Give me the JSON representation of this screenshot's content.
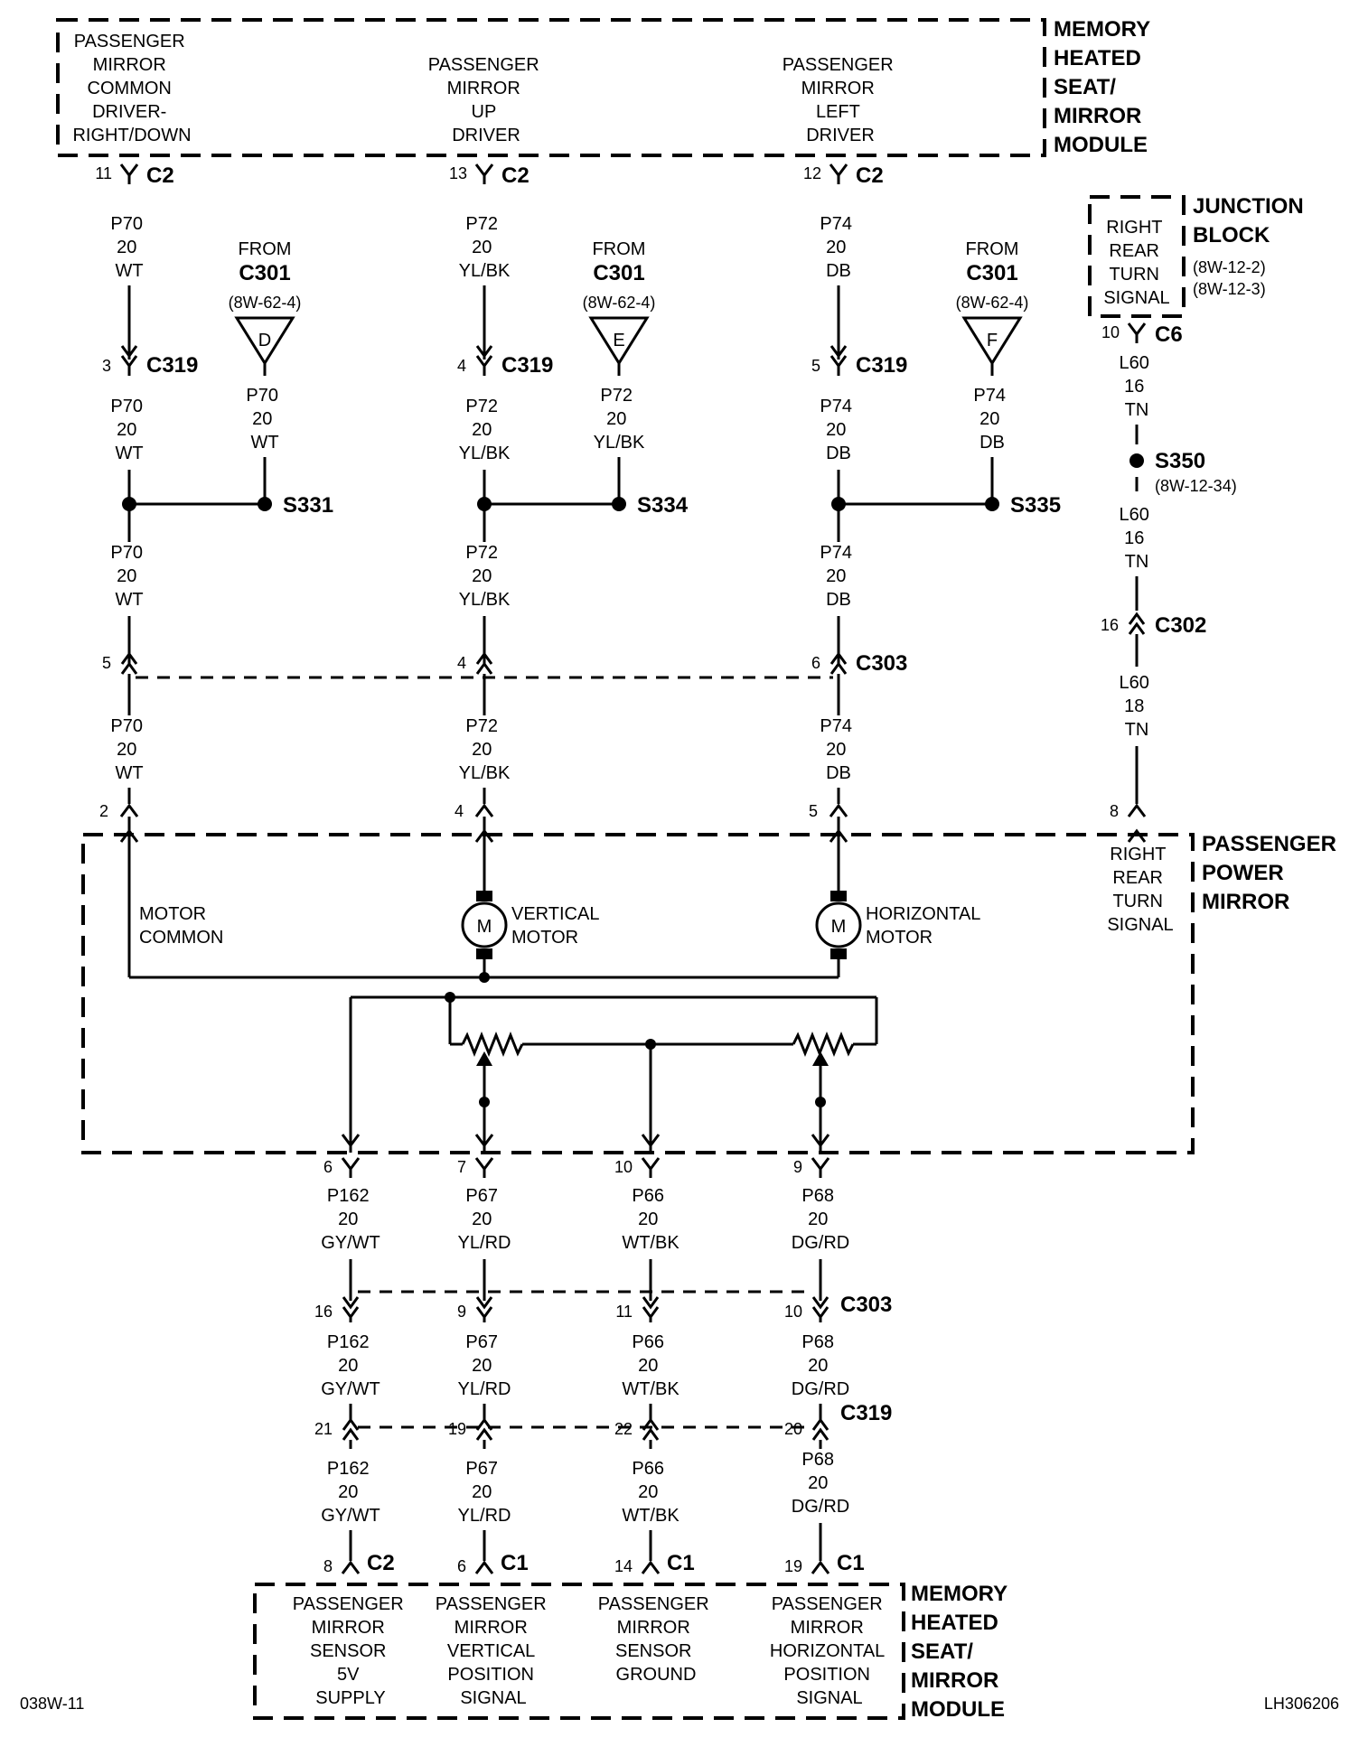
{
  "modules": {
    "top": {
      "name": [
        "MEMORY",
        "HEATED",
        "SEAT/",
        "MIRROR",
        "MODULE"
      ],
      "cells": [
        [
          "PASSENGER",
          "MIRROR",
          "COMMON",
          "DRIVER-",
          "RIGHT/DOWN"
        ],
        [
          "PASSENGER",
          "MIRROR",
          "UP",
          "DRIVER"
        ],
        [
          "PASSENGER",
          "MIRROR",
          "LEFT",
          "DRIVER"
        ]
      ]
    },
    "junction": {
      "name": [
        "JUNCTION",
        "BLOCK"
      ],
      "refs": [
        "(8W-12-2)",
        "(8W-12-3)"
      ],
      "cell": [
        "RIGHT",
        "REAR",
        "TURN",
        "SIGNAL"
      ]
    },
    "mirror": {
      "name": [
        "PASSENGER",
        "POWER",
        "MIRROR"
      ],
      "motor_common": [
        "MOTOR",
        "COMMON"
      ],
      "vertical": [
        "VERTICAL",
        "MOTOR"
      ],
      "horizontal": [
        "HORIZONTAL",
        "MOTOR"
      ],
      "motor_symbol": "M",
      "turn": [
        "RIGHT",
        "REAR",
        "TURN",
        "SIGNAL"
      ]
    },
    "bottom": {
      "name": [
        "MEMORY",
        "HEATED",
        "SEAT/",
        "MIRROR",
        "MODULE"
      ],
      "cells": [
        [
          "PASSENGER",
          "MIRROR",
          "SENSOR",
          "5V",
          "SUPPLY"
        ],
        [
          "PASSENGER",
          "MIRROR",
          "VERTICAL",
          "POSITION",
          "SIGNAL"
        ],
        [
          "PASSENGER",
          "MIRROR",
          "SENSOR",
          "GROUND"
        ],
        [
          "PASSENGER",
          "MIRROR",
          "HORIZONTAL",
          "POSITION",
          "SIGNAL"
        ]
      ]
    }
  },
  "connectors": {
    "top_c2": [
      {
        "pin": "11",
        "name": "C2"
      },
      {
        "pin": "13",
        "name": "C2"
      },
      {
        "pin": "12",
        "name": "C2"
      }
    ],
    "c319_top": [
      {
        "pin": "3",
        "name": "C319"
      },
      {
        "pin": "4",
        "name": "C319"
      },
      {
        "pin": "5",
        "name": "C319"
      }
    ],
    "c303_top": {
      "pins": [
        "5",
        "4",
        "6"
      ],
      "name": "C303"
    },
    "mirror_top_pins": [
      "2",
      "4",
      "5",
      "8"
    ],
    "jb_c6": {
      "pin": "10",
      "name": "C6"
    },
    "c302": {
      "pin": "16",
      "name": "C302"
    },
    "mirror_bottom_pins": [
      "6",
      "7",
      "10",
      "9"
    ],
    "c303_bottom": {
      "pins": [
        "16",
        "9",
        "11",
        "10"
      ],
      "name": "C303"
    },
    "c319_bottom": {
      "pins": [
        "21",
        "19",
        "22",
        "20"
      ],
      "name": "C319"
    },
    "bottom_module": [
      {
        "pin": "8",
        "name": "C2"
      },
      {
        "pin": "6",
        "name": "C1"
      },
      {
        "pin": "14",
        "name": "C1"
      },
      {
        "pin": "19",
        "name": "C1"
      }
    ]
  },
  "froms": [
    {
      "from": "FROM",
      "conn": "C301",
      "ref": "(8W-62-4)",
      "letter": "D"
    },
    {
      "from": "FROM",
      "conn": "C301",
      "ref": "(8W-62-4)",
      "letter": "E"
    },
    {
      "from": "FROM",
      "conn": "C301",
      "ref": "(8W-62-4)",
      "letter": "F"
    }
  ],
  "splices": [
    {
      "name": "S331"
    },
    {
      "name": "S334"
    },
    {
      "name": "S335"
    },
    {
      "name": "S350",
      "ref": "(8W-12-34)"
    }
  ],
  "wires": {
    "col1": {
      "a": [
        "P70",
        "20",
        "WT"
      ],
      "b": [
        "P70",
        "20",
        "WT"
      ],
      "c": [
        "P70",
        "20",
        "WT"
      ],
      "d": [
        "P70",
        "20",
        "WT"
      ],
      "branch": [
        "P70",
        "20",
        "WT"
      ]
    },
    "col2": {
      "a": [
        "P72",
        "20",
        "YL/BK"
      ],
      "b": [
        "P72",
        "20",
        "YL/BK"
      ],
      "c": [
        "P72",
        "20",
        "YL/BK"
      ],
      "d": [
        "P72",
        "20",
        "YL/BK"
      ],
      "branch": [
        "P72",
        "20",
        "YL/BK"
      ]
    },
    "col3": {
      "a": [
        "P74",
        "20",
        "DB"
      ],
      "b": [
        "P74",
        "20",
        "DB"
      ],
      "c": [
        "P74",
        "20",
        "DB"
      ],
      "d": [
        "P74",
        "20",
        "DB"
      ],
      "branch": [
        "P74",
        "20",
        "DB"
      ]
    },
    "turn": {
      "a": [
        "L60",
        "16",
        "TN"
      ],
      "b": [
        "L60",
        "16",
        "TN"
      ],
      "c": [
        "L60",
        "18",
        "TN"
      ]
    },
    "sensor": [
      {
        "a": [
          "P162",
          "20",
          "GY/WT"
        ],
        "b": [
          "P162",
          "20",
          "GY/WT"
        ],
        "c": [
          "P162",
          "20",
          "GY/WT"
        ]
      },
      {
        "a": [
          "P67",
          "20",
          "YL/RD"
        ],
        "b": [
          "P67",
          "20",
          "YL/RD"
        ],
        "c": [
          "P67",
          "20",
          "YL/RD"
        ]
      },
      {
        "a": [
          "P66",
          "20",
          "WT/BK"
        ],
        "b": [
          "P66",
          "20",
          "WT/BK"
        ],
        "c": [
          "P66",
          "20",
          "WT/BK"
        ]
      },
      {
        "a": [
          "P68",
          "20",
          "DG/RD"
        ],
        "b": [
          "P68",
          "20",
          "DG/RD"
        ],
        "c": [
          "P68",
          "20",
          "DG/RD"
        ]
      }
    ]
  },
  "footer": {
    "left": "038W-11",
    "right": "LH306206"
  }
}
